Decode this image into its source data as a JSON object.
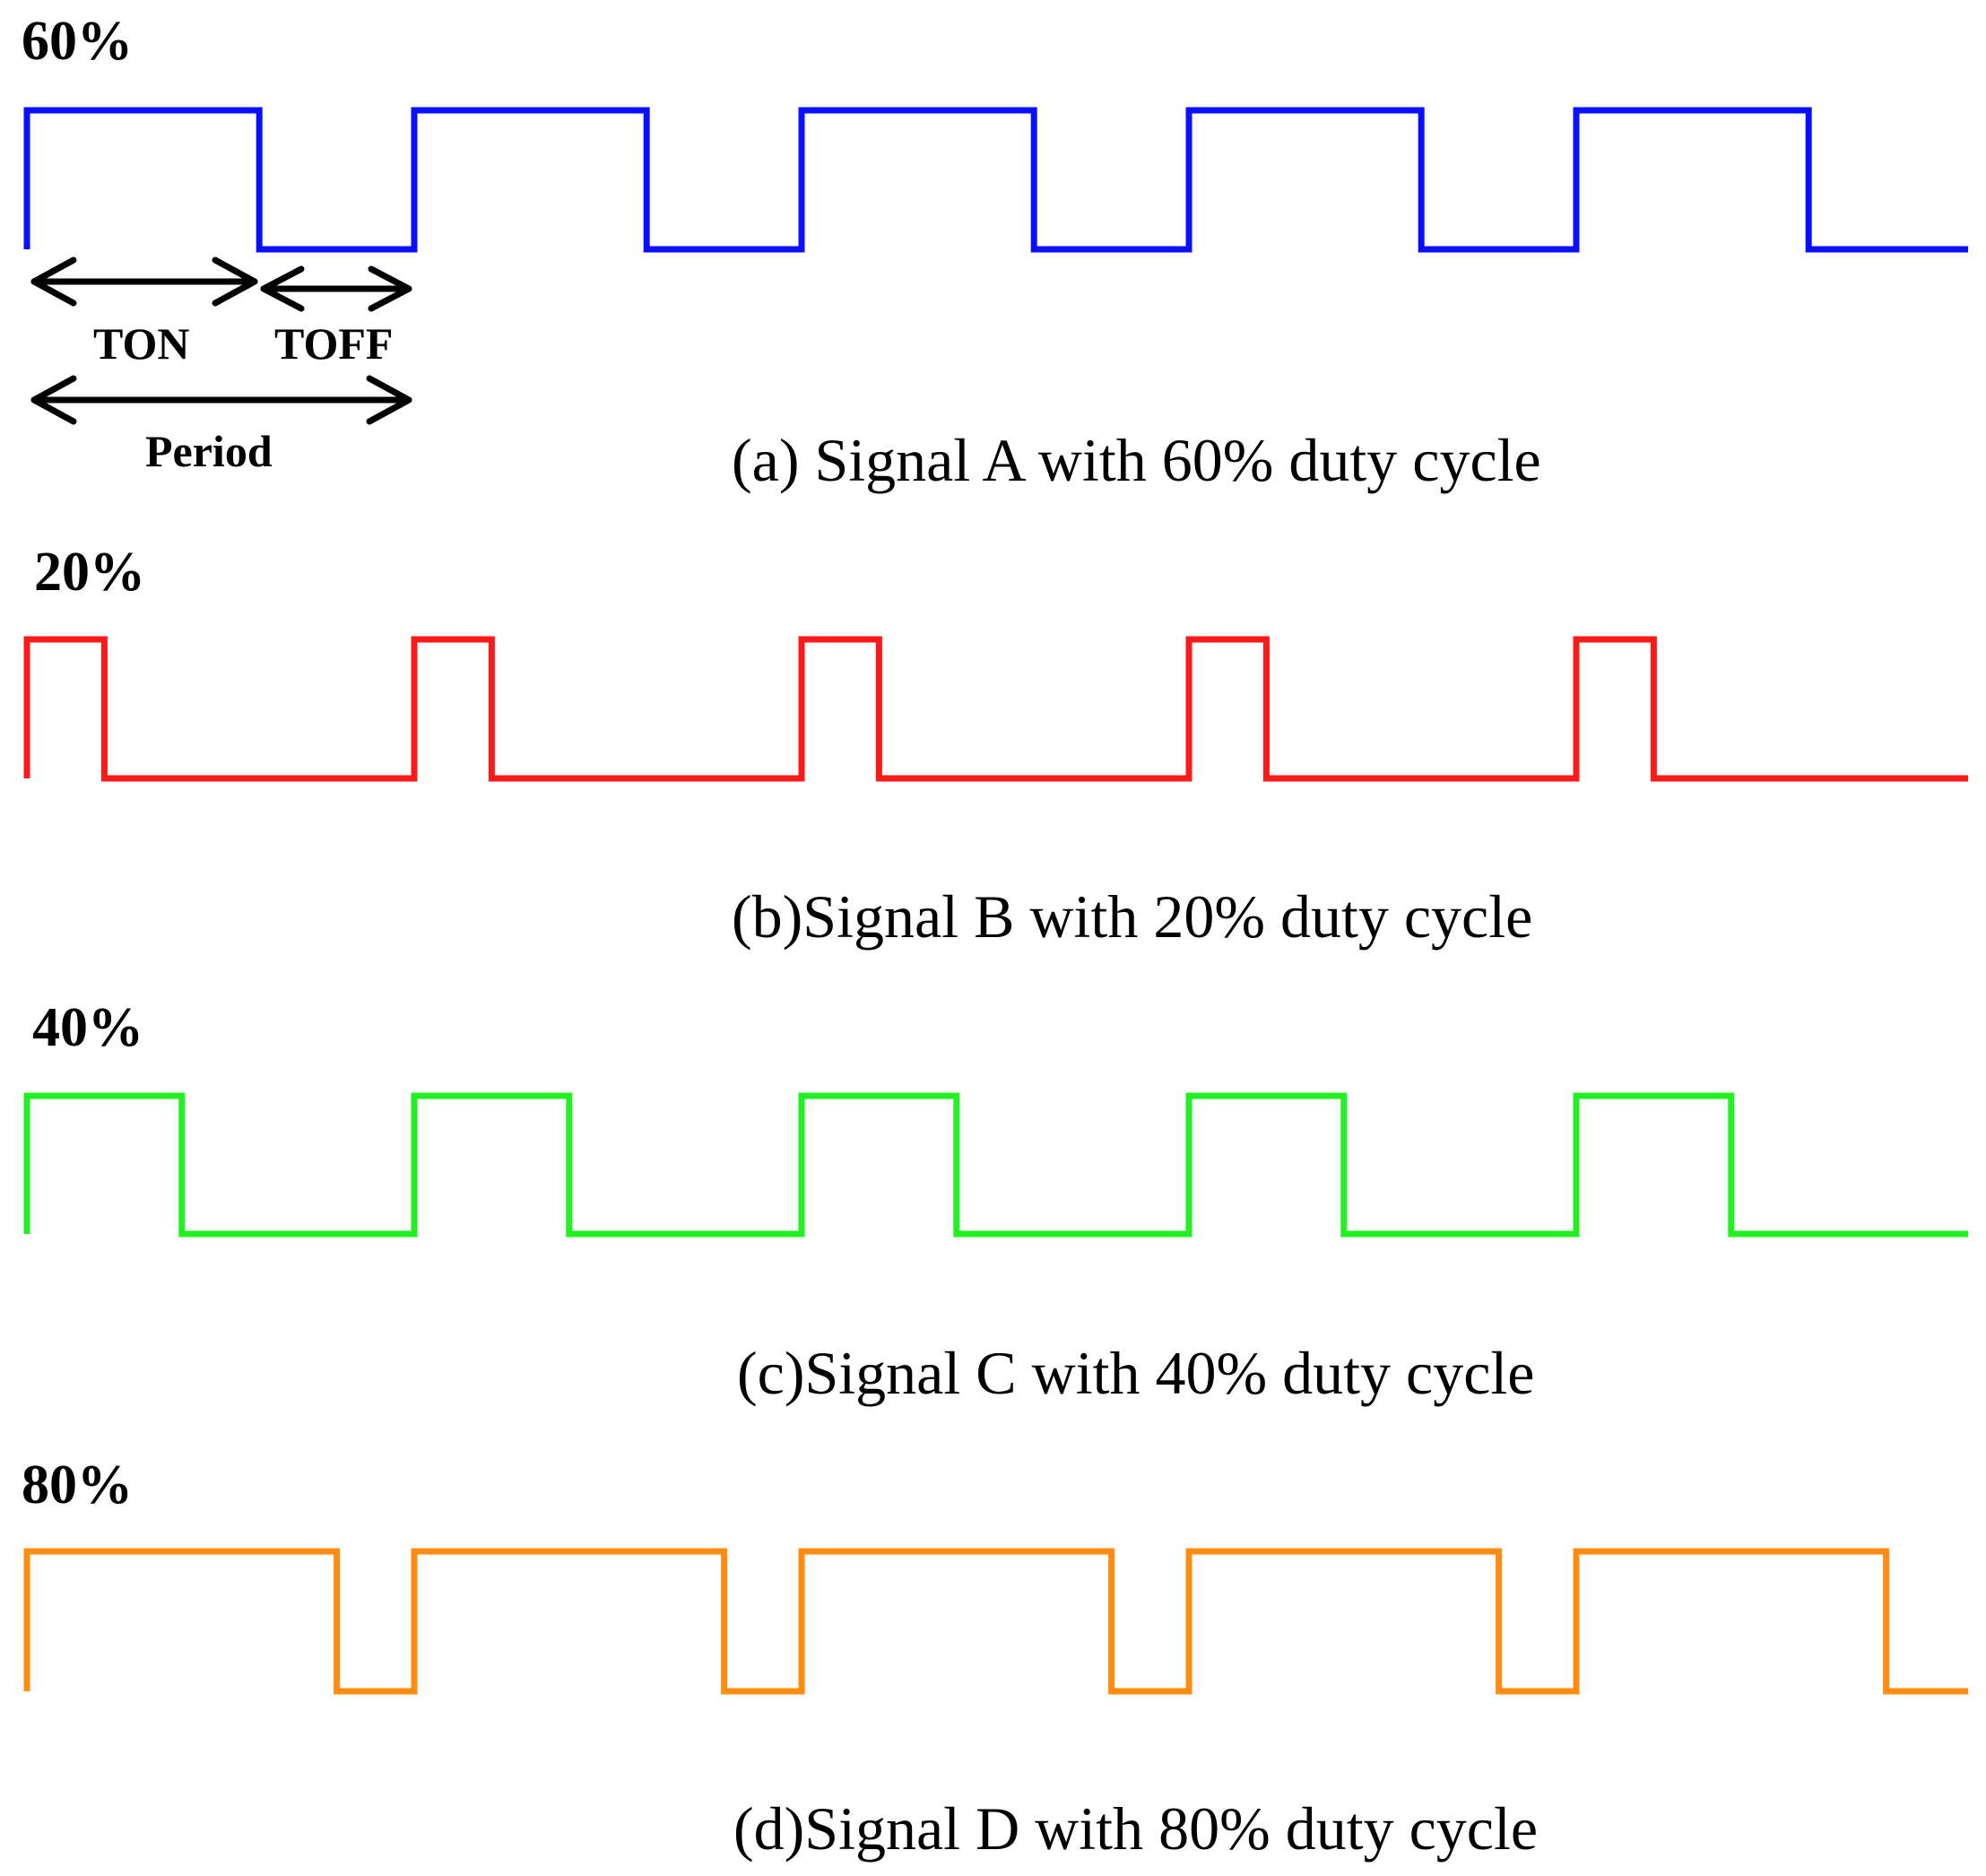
{
  "signals": [
    {
      "id": "a",
      "percent_label": "60%",
      "caption": "(a) Signal A with 60% duty cycle",
      "duty": 0.6,
      "color": "#0a10ff"
    },
    {
      "id": "b",
      "percent_label": "20%",
      "caption": "(b)Signal B with 20% duty cycle",
      "duty": 0.2,
      "color": "#ff1a1a"
    },
    {
      "id": "c",
      "percent_label": "40%",
      "caption": "(c)Signal C with 40% duty cycle",
      "duty": 0.4,
      "color": "#22f022"
    },
    {
      "id": "d",
      "percent_label": "80%",
      "caption": "(d)Signal D with 80% duty cycle",
      "duty": 0.8,
      "color": "#ff8c10"
    }
  ],
  "periods_shown": 5,
  "annotations": {
    "ton_label": "TON",
    "toff_label": "TOFF",
    "period_label": "Period"
  }
}
